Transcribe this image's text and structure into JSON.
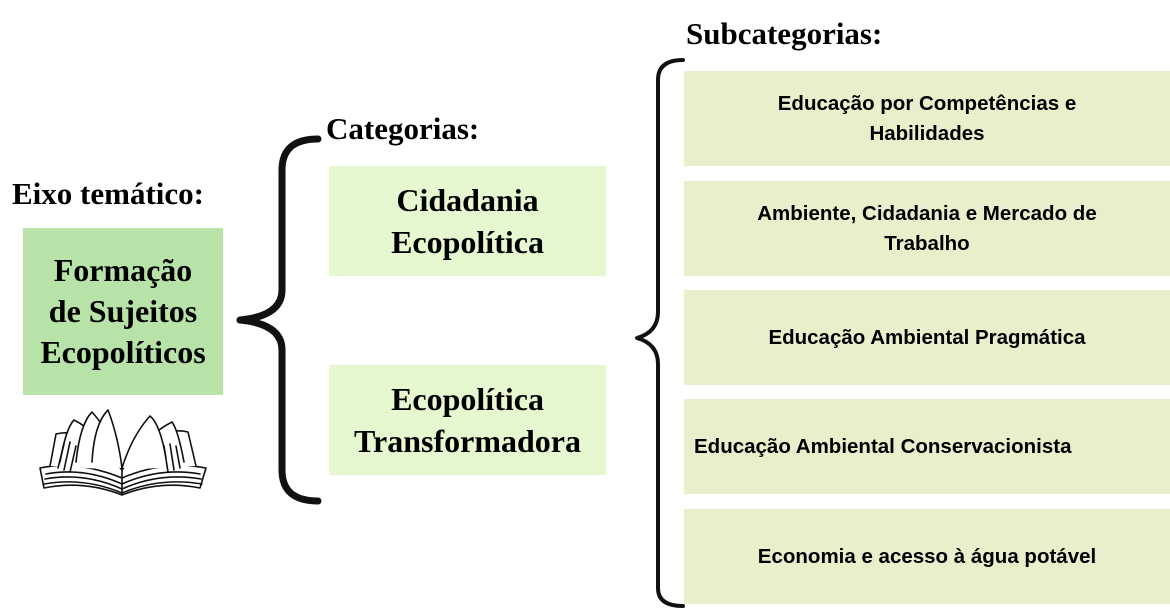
{
  "colors": {
    "axis_fill": "#b7e3a8",
    "category_fill": "#e6f8d0",
    "subcategory_fill": "#e8efcb",
    "bracket": "#111111"
  },
  "axis": {
    "heading": "Eixo temático:",
    "label": "Formação\nde Sujeitos\nEcopolíticos",
    "icon": "open-book-icon"
  },
  "categories": {
    "heading": "Categorias:",
    "items": [
      {
        "label": "Cidadania\nEcopolítica"
      },
      {
        "label": "Ecopolítica\nTransformadora"
      }
    ]
  },
  "subcategories": {
    "heading": "Subcategorias:",
    "items": [
      {
        "label": "Educação por Competências e\nHabilidades"
      },
      {
        "label": "Ambiente, Cidadania e Mercado de\nTrabalho"
      },
      {
        "label": "Educação Ambiental Pragmática"
      },
      {
        "label": "Educação Ambiental Conservacionista"
      },
      {
        "label": "Economia e acesso à água potável"
      }
    ]
  }
}
